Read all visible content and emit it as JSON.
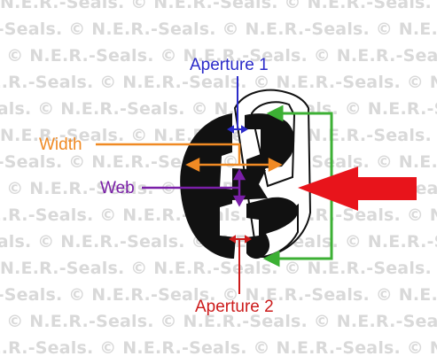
{
  "watermark": {
    "text": "N.E.R.-Seals. © N.E.R.-Seals. © N.E.R.-Seals. © N.E.R.-Seals. © N.E.R.-Seals. © N.E.R.-Seals."
  },
  "labels": {
    "aperture_1": "Aperture 1",
    "width": "Width",
    "web": "Web",
    "aperture_2": "Aperture 2"
  },
  "colors": {
    "aperture_1": "#2b2bc9",
    "width": "#f08a24",
    "web": "#7a1fa8",
    "aperture_2": "#cc1b1b",
    "bracket": "#3cb034",
    "pointer_arrow": "#e8141b",
    "seal": "#111111"
  }
}
